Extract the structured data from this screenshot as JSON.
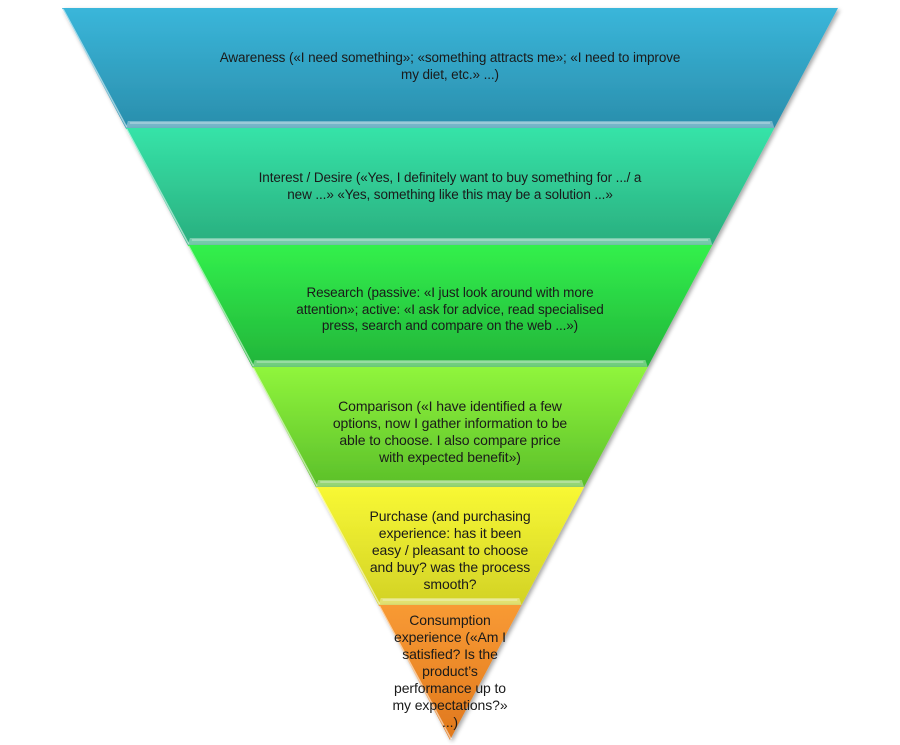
{
  "diagram": {
    "type": "inverted-funnel",
    "stages": [
      {
        "name": "awareness",
        "text": "Awareness («I need something»; «something attracts me»; «I need to improve my diet, etc.» ...)",
        "lines": [
          "Awareness («I need something»; «something attracts me»; «I need to improve",
          "my diet, etc.» ...)"
        ],
        "color_top": "#3ab6da",
        "color_bottom": "#2a8eac"
      },
      {
        "name": "interest-desire",
        "text": "Interest / Desire («Yes, I definitely want to buy something for .../ a new ...» «Yes, something like this may be a solution ...»",
        "lines": [
          "Interest / Desire («Yes, I definitely want to buy something for .../ a",
          "new ...» «Yes, something like this may be a solution ...»"
        ],
        "color_top": "#36e3a8",
        "color_bottom": "#2aae7e"
      },
      {
        "name": "research",
        "text": "Research (passive: «I just look around with more attention»; active: «I ask for advice, read specialised press, search and compare on the web ...»)",
        "lines": [
          "Research (passive: «I just look around with more",
          "attention»; active: «I ask for advice, read specialised",
          "press, search and compare on the web ...»)"
        ],
        "color_top": "#32f04c",
        "color_bottom": "#22b43a"
      },
      {
        "name": "comparison",
        "text": "Comparison («I have identified a few options, now I gather information to be able to choose. I also compare price with expected benefit»)",
        "lines": [
          "Comparison («I have identified a few",
          "options, now I gather information to be",
          "able to choose. I also compare price",
          "with expected benefit»)"
        ],
        "color_top": "#90f53c",
        "color_bottom": "#5bbf2a"
      },
      {
        "name": "purchase",
        "text": "Purchase (and purchasing experience: has it been easy / pleasant to choose and buy? was the process smooth?",
        "lines": [
          "Purchase (and purchasing",
          "experience: has it been",
          "easy / pleasant to choose",
          "and buy? was the process",
          "smooth?"
        ],
        "color_top": "#f8f834",
        "color_bottom": "#d2d226"
      },
      {
        "name": "consumption",
        "text": "Consumption experience («Am I satisfied? Is the product’s performance up to my expectations?» ...)",
        "lines": [
          "Consumption",
          "experience («Am I",
          "satisfied? Is the",
          "product’s",
          "performance up to",
          "my expectations?»",
          "...)"
        ],
        "color_top": "#f89a34",
        "color_bottom": "#e0781c"
      }
    ]
  }
}
